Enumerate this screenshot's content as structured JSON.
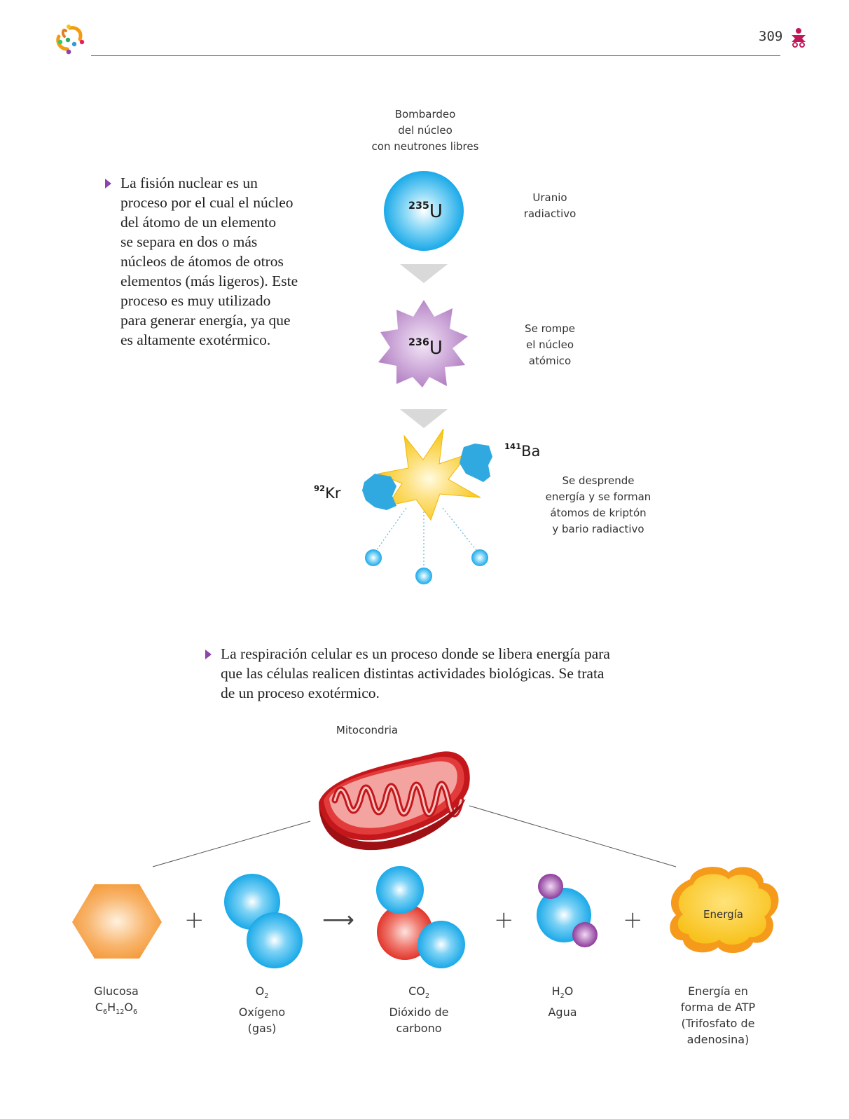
{
  "header": {
    "page_number": "309"
  },
  "fission": {
    "paragraph": [
      "La fisión nuclear es un",
      "proceso por el cual el núcleo",
      "del átomo de un elemento",
      "se separa en dos o más",
      "núcleos de átomos de otros",
      "elementos (más ligeros). Este",
      "proceso es muy utilizado",
      "para generar energía, ya que",
      "es altamente exotérmico."
    ],
    "top_caption": [
      "Bombardeo",
      "del núcleo",
      "con neutrones libres"
    ],
    "u235": {
      "mass": "235",
      "symbol": "U"
    },
    "u235_caption": [
      "Uranio",
      "radiactivo"
    ],
    "u236": {
      "mass": "236",
      "symbol": "U"
    },
    "u236_caption": [
      "Se rompe",
      "el núcleo",
      "atómico"
    ],
    "ba": {
      "mass": "141",
      "symbol": "Ba"
    },
    "kr": {
      "mass": "92",
      "symbol": "Kr"
    },
    "energy_caption": [
      "Se desprende",
      "energía y se forman",
      "átomos de kriptón",
      "y bario radiactivo"
    ]
  },
  "respiration": {
    "paragraph": [
      "La respiración celular es un proceso donde se libera energía para",
      "que las células realicen distintas actividades biológicas. Se trata",
      "de un proceso exotérmico."
    ],
    "mitochondria_label": "Mitocondria",
    "energy_cloud_label": "Energía",
    "glucose": {
      "name": "Glucosa",
      "formula": [
        "C",
        "6",
        "H",
        "12",
        "O",
        "6"
      ]
    },
    "oxygen": {
      "formula": [
        "O",
        "2"
      ],
      "name": "Oxígeno",
      "state": "(gas)"
    },
    "co2": {
      "formula": [
        "CO",
        "2"
      ],
      "name": [
        "Dióxido de",
        "carbono"
      ]
    },
    "water": {
      "formula": [
        "H",
        "2",
        "O"
      ],
      "name": "Agua"
    },
    "atp": {
      "name": [
        "Energía en",
        "forma de ATP",
        "(Trifosfato de",
        "adenosina)"
      ]
    },
    "operators": {
      "plus": "+",
      "arrow": "⟶"
    }
  },
  "colors": {
    "rule": "#c2398f",
    "bullet": "#8e44ad",
    "blue_atom": "#1aa9e8",
    "purple_atom": "#b07cc2",
    "explosion": "#f7c81e",
    "fragment": "#2fa9e0",
    "glucose": "#f59a3a",
    "co2_red": "#e2362c",
    "h_purple": "#8d3b9a",
    "energy_cloud": "#f7a21b"
  }
}
